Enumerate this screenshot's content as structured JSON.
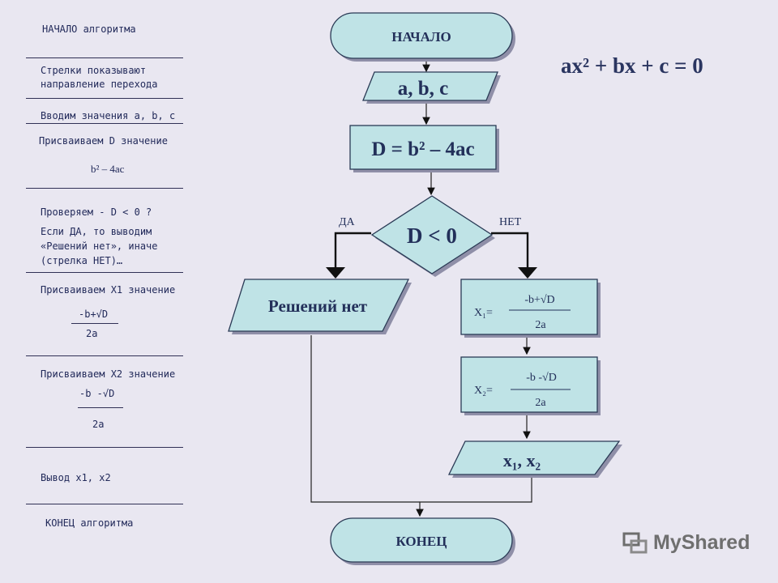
{
  "notes": {
    "start": "НАЧАЛО алгоритма",
    "arrows_line1": "Стрелки показывают",
    "arrows_line2": "направление перехода",
    "input": "Вводим значения a, b, c",
    "assign_d": "Присваиваем D значение",
    "d_formula": "b² – 4ac",
    "check": "Проверяем -  D < 0 ?",
    "if_yes_line1": "Если ДА, то выводим",
    "if_yes_line2": "«Решений нет», иначе",
    "if_yes_line3": "(стрелка НЕТ)…",
    "assign_x1": "Присваиваем X1 значение",
    "x1_num": "-b+√D",
    "x1_den": "2a",
    "assign_x2": "Присваиваем X2 значение",
    "x2_num": "-b -√D",
    "x2_den": "2a",
    "output": "Вывод x1, x2",
    "end": "КОНЕЦ алгоритма"
  },
  "flow": {
    "start": "НАЧАЛО",
    "input": "a, b, c",
    "d_assign": "D = b² – 4ac",
    "condition": "D < 0",
    "yes_label": "ДА",
    "no_label": "НЕТ",
    "no_solutions": "Решений нет",
    "x1_label": "X₁=",
    "x1_num": "-b+√D",
    "x1_den": "2a",
    "x2_label": "X₂=",
    "x2_num": "-b -√D",
    "x2_den": "2a",
    "output": "x₁, x₂",
    "end": "КОНЕЦ"
  },
  "equation": "ax² + bx + c = 0",
  "watermark": "MyShared"
}
